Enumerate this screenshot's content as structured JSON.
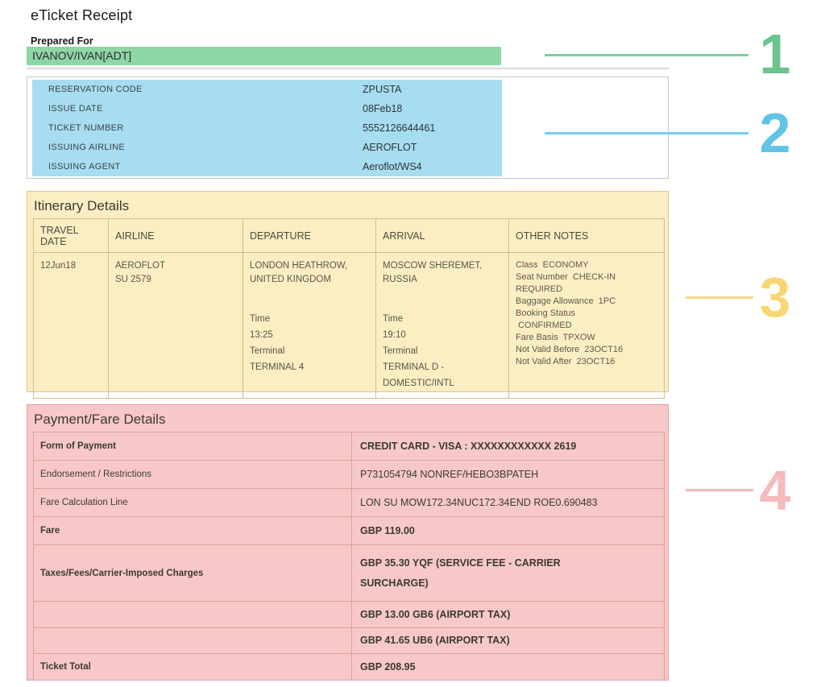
{
  "colors": {
    "highlight_green": "#8fd6a6",
    "highlight_blue": "#a6ddf1",
    "section_yellow": "#fbeec3",
    "section_pink": "#f8c8c8",
    "marker_green": "#6cc48e",
    "marker_blue": "#62c4e4",
    "marker_yellow": "#f8d773",
    "marker_pink": "#f5baba"
  },
  "header": {
    "title": "eTicket Receipt",
    "prepared_for_label": "Prepared For",
    "passenger_name": "IVANOV/IVAN[ADT]"
  },
  "reservation": {
    "rows": [
      {
        "label": "RESERVATION CODE",
        "value": "ZPUSTA"
      },
      {
        "label": "ISSUE DATE",
        "value": "08Feb18"
      },
      {
        "label": "TICKET NUMBER",
        "value": "5552126644461"
      },
      {
        "label": "ISSUING AIRLINE",
        "value": "AEROFLOT"
      },
      {
        "label": "ISSUING AGENT",
        "value": "Aeroflot/WS4"
      }
    ]
  },
  "itinerary": {
    "title": "Itinerary Details",
    "headers": [
      "TRAVEL DATE",
      "AIRLINE",
      "DEPARTURE",
      "ARRIVAL",
      "OTHER NOTES"
    ],
    "row": {
      "travel_date": "12Jun18",
      "airline": "AEROFLOT",
      "flight_number": "SU 2579",
      "departure": {
        "location": "LONDON HEATHROW, UNITED KINGDOM",
        "time_label": "Time",
        "time": "13:25",
        "terminal_label": "Terminal",
        "terminal": "TERMINAL 4"
      },
      "arrival": {
        "location": "MOSCOW SHEREMET, RUSSIA",
        "time_label": "Time",
        "time": "19:10",
        "terminal_label": "Terminal",
        "terminal": "TERMINAL D - DOMESTIC/INTL"
      },
      "other_notes": [
        "Class  ECONOMY",
        "Seat Number  CHECK-IN\nREQUIRED",
        "Baggage Allowance  1PC",
        "Booking Status\n CONFIRMED",
        "Fare Basis  TPXOW",
        "Not Valid Before  23OCT16",
        "Not Valid After  23OCT16"
      ]
    }
  },
  "payment": {
    "title": "Payment/Fare Details",
    "rows": [
      {
        "label": "Form of Payment",
        "value": "CREDIT CARD - VISA : XXXXXXXXXXXX 2619"
      },
      {
        "label": "Endorsement / Restrictions",
        "value": "P731054794 NONREF/HEBO3BPATEH"
      },
      {
        "label": "Fare Calculation Line",
        "value": "LON SU MOW172.34NUC172.34END ROE0.690483"
      },
      {
        "label": "Fare",
        "value": "GBP 119.00"
      },
      {
        "label": "Taxes/Fees/Carrier-Imposed Charges",
        "value": "GBP 35.30 YQF (SERVICE FEE - CARRIER\nSURCHARGE)"
      },
      {
        "label": "",
        "value": "GBP 13.00 GB6 (AIRPORT TAX)"
      },
      {
        "label": "",
        "value": "GBP 41.65 UB6 (AIRPORT TAX)"
      },
      {
        "label": "Ticket Total",
        "value": "GBP 208.95"
      }
    ]
  },
  "annotations": [
    {
      "number": "1"
    },
    {
      "number": "2"
    },
    {
      "number": "3"
    },
    {
      "number": "4"
    }
  ]
}
